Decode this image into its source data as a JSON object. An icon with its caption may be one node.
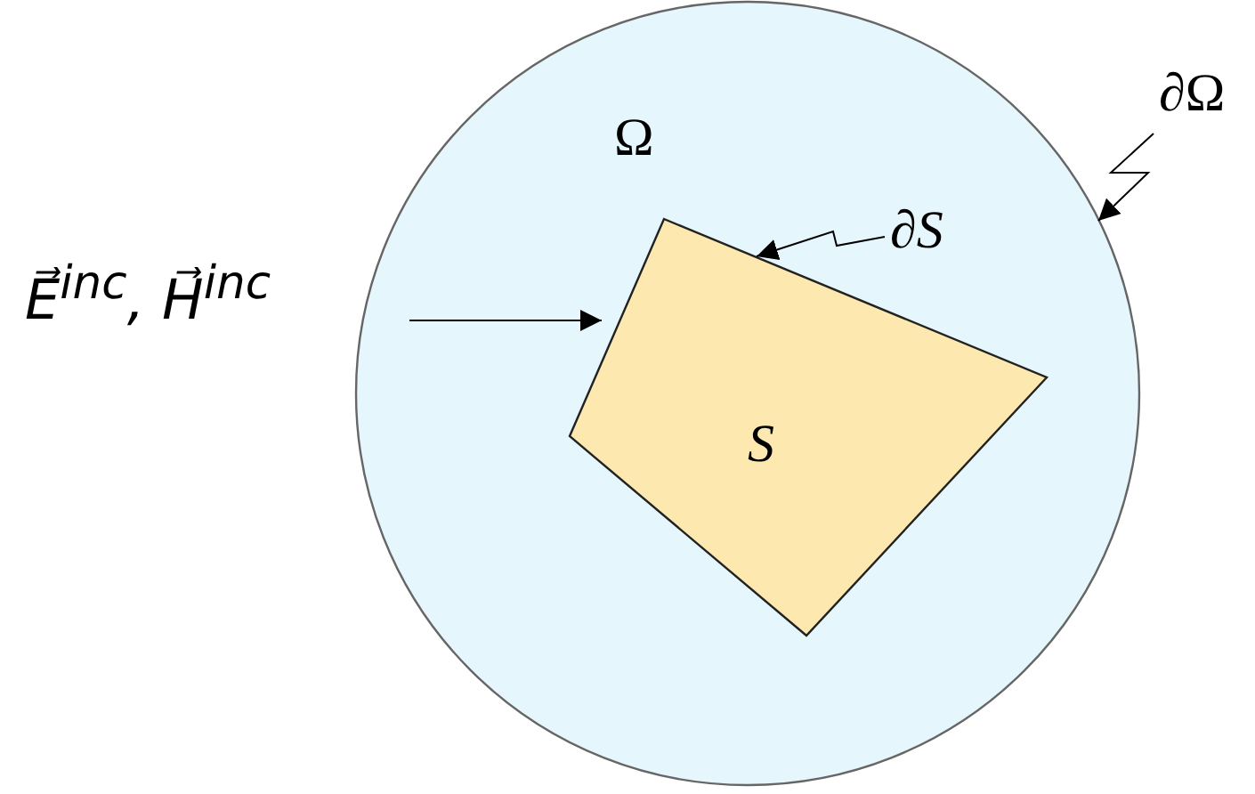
{
  "diagram": {
    "nodes": [
      {
        "text": [
          "Ω"
        ]
      },
      {
        "text": [
          "S"
        ],
        "in": 0
      },
      {
        "text": [
          "∂Ω"
        ]
      },
      {
        "text": [
          "∂*S*"
        ],
        "in": 0
      },
      {
        "text": [
          "E⃗$^{inc}$, H⃗$^{inc}$"
        ]
      }
    ],
    "edges": [
      {
        "from": 2,
        "to": 0,
        "arrow": "to"
      },
      {
        "from": 3,
        "to": 1,
        "arrow": "to"
      },
      {
        "from": null,
        "to": 1,
        "arrow": "to"
      }
    ]
  }
}
